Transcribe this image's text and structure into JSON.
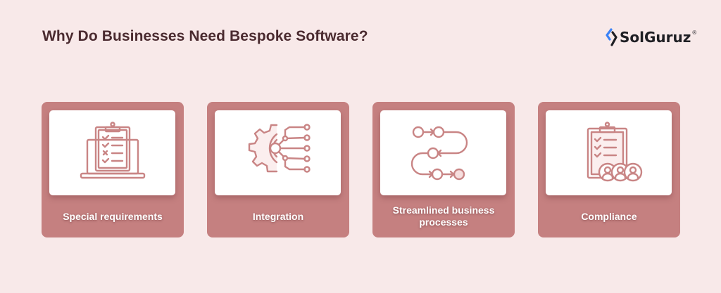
{
  "header": {
    "title": "Why Do Businesses Need Bespoke Software?"
  },
  "logo": {
    "text": "SolGuruz",
    "registered": "®",
    "icon": "solguruz-logo-icon"
  },
  "colors": {
    "background": "#f8e9e9",
    "card": "#c58080",
    "icon_stroke": "#c98585",
    "title": "#4a2a2f",
    "logo_blue": "#3b82f6"
  },
  "cards": [
    {
      "label": "Special requirements",
      "icon": "laptop-checklist-icon"
    },
    {
      "label": "Integration",
      "icon": "gear-circuit-icon"
    },
    {
      "label": "Streamlined business processes",
      "icon": "process-flow-icon"
    },
    {
      "label": "Compliance",
      "icon": "clipboard-people-icon"
    }
  ]
}
